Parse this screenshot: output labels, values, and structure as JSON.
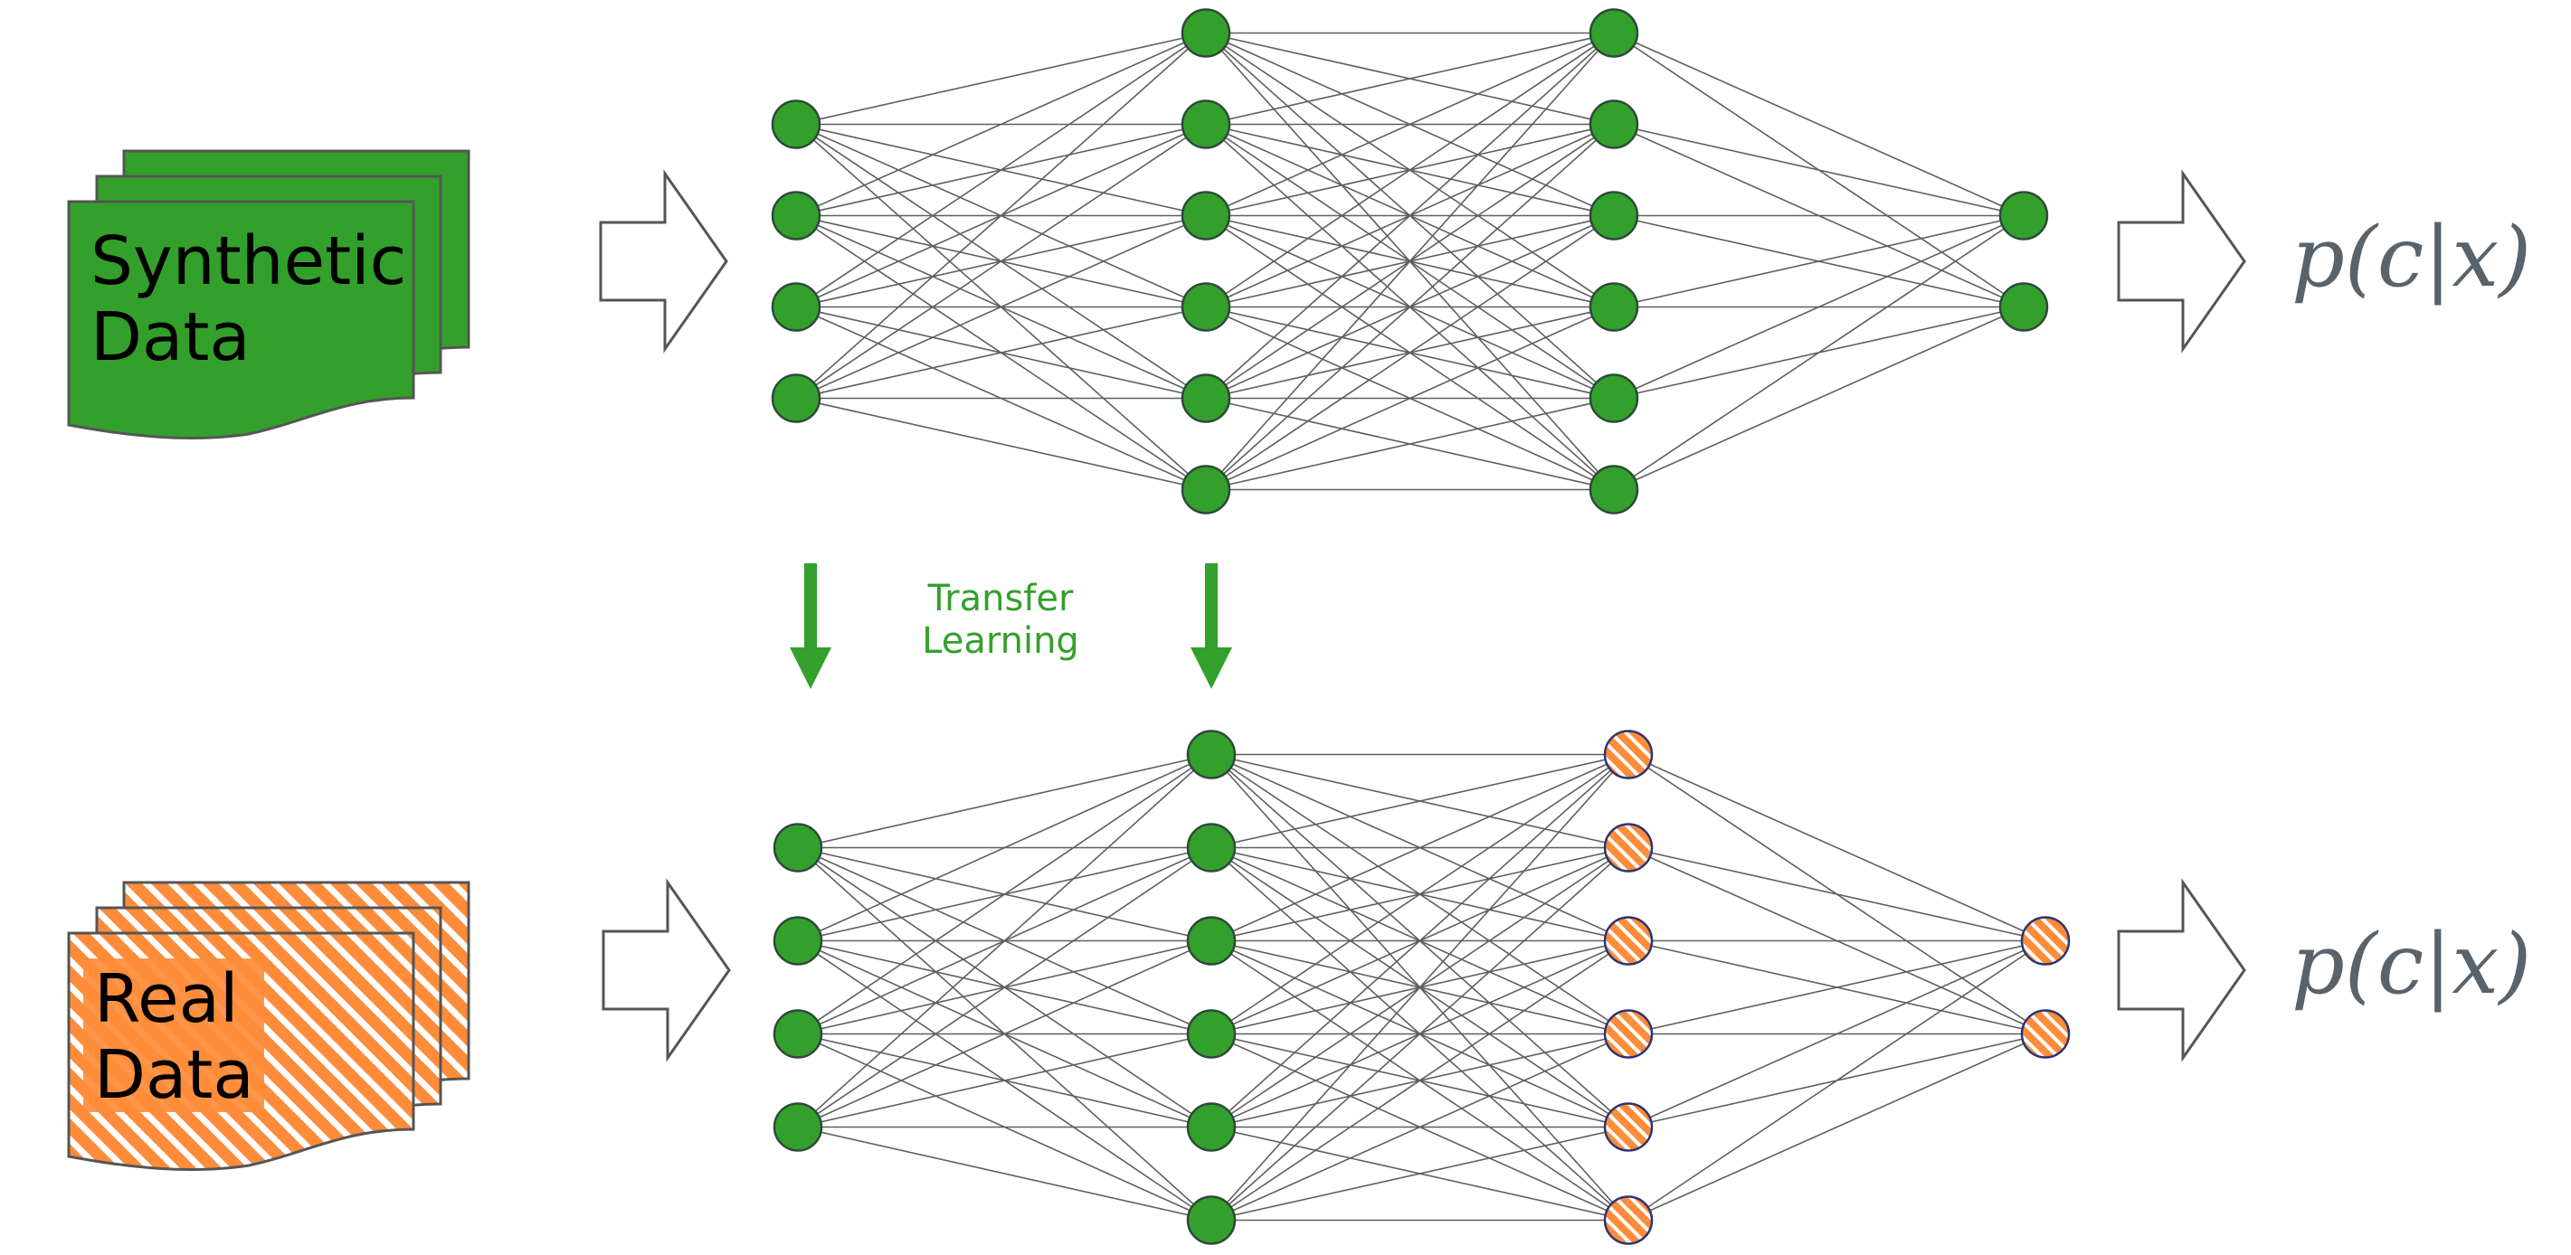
{
  "colors": {
    "synthetic": "#33a02c",
    "real": "#ff8c3a",
    "real_stripe": "#ffffff",
    "edge": "#5f5f5f",
    "arrow_outline": "#555555",
    "formula": "#59636b",
    "transfer": "#33a02c"
  },
  "top_network": {
    "input_label": [
      "Synthetic",
      "Data"
    ],
    "output_label": "p(c|x)",
    "layers": [
      4,
      6,
      6,
      2
    ],
    "node_styles": [
      "green",
      "green",
      "green",
      "green"
    ]
  },
  "transfer": {
    "label": [
      "Transfer",
      "Learning"
    ]
  },
  "bottom_network": {
    "input_label": [
      "Real",
      "Data"
    ],
    "output_label": "p(c|x)",
    "layers": [
      4,
      6,
      6,
      2
    ],
    "node_styles": [
      "green",
      "green",
      "orange-hatched",
      "orange-hatched"
    ]
  }
}
